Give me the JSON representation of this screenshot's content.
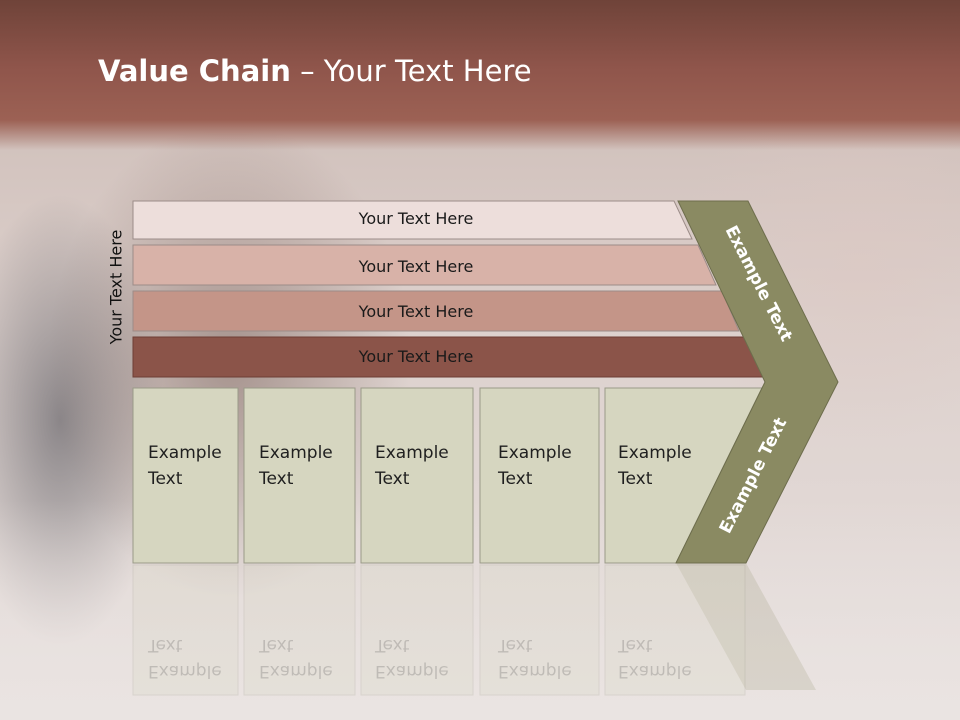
{
  "slide": {
    "title_bold": "Value Chain",
    "title_rest": " – Your Text Here"
  },
  "side_label": "Your Text Here",
  "bars": [
    {
      "label": "Your Text Here",
      "color": "#eddedb"
    },
    {
      "label": "Your Text Here",
      "color": "#d8b2a8"
    },
    {
      "label": "Your Text Here",
      "color": "#c49588"
    },
    {
      "label": "Your Text Here",
      "color": "#8b5449"
    }
  ],
  "columns": [
    {
      "line1": "Example",
      "line2": "Text"
    },
    {
      "line1": "Example",
      "line2": "Text"
    },
    {
      "line1": "Example",
      "line2": "Text"
    },
    {
      "line1": "Example",
      "line2": "Text"
    },
    {
      "line1": "Example",
      "line2": "Text"
    }
  ],
  "chevron": {
    "upper_label": "Example Text",
    "lower_label": "Example Text",
    "color": "#8a8a62"
  },
  "colors": {
    "column_fill": "#d6d6c0",
    "column_border": "#9a9a88",
    "title_band": "#8f554b"
  }
}
